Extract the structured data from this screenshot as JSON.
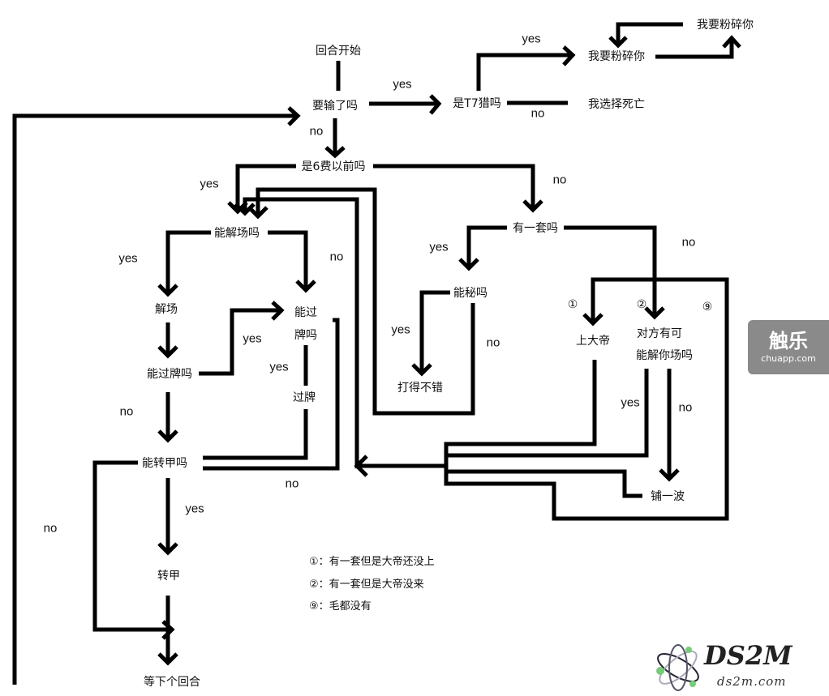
{
  "nodes": {
    "round_start": "回合开始",
    "losing": "要输了吗",
    "is_t7": "是T7猎吗",
    "smash1": "我要粉碎你",
    "smash2": "我要粉碎你",
    "death": "我选择死亡",
    "before6": "是6费以前吗",
    "can_clear": "能解场吗",
    "have_combo": "有一套吗",
    "can_otk": "能秘吗",
    "clear": "解场",
    "can_draw_a": "能过",
    "can_draw_b": "牌吗",
    "can_draw2": "能过牌吗",
    "well_played": "打得不错",
    "draw": "过牌",
    "can_armor": "能转甲吗",
    "armor": "转甲",
    "next_round": "等下个回合",
    "emperor": "上大帝",
    "opp_clear_a": "对方有可",
    "opp_clear_b": "能解你场吗",
    "flood": "铺一波",
    "c1": "①",
    "c2": "②",
    "c9": "⑨"
  },
  "edges": {
    "yes": "yes",
    "no": "no"
  },
  "legend": [
    "①：有一套但是大帝还没上",
    "②：有一套但是大帝没来",
    "⑨：毛都没有"
  ],
  "watermarks": {
    "chuapp_big": "触乐",
    "chuapp_small": "chuapp.com",
    "ds2m_name": "DS2M",
    "ds2m_url": "ds2m.com"
  }
}
